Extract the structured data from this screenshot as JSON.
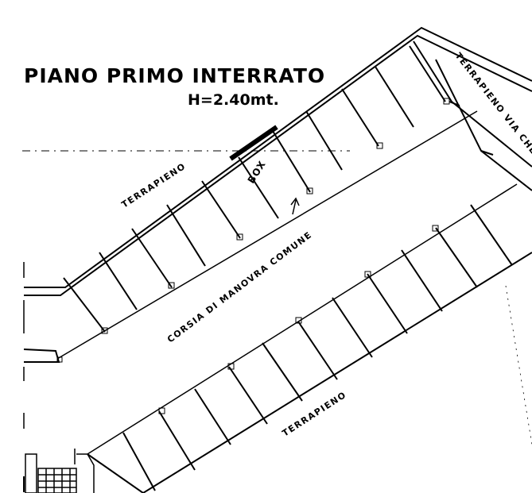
{
  "plan": {
    "title": "PIANO PRIMO INTERRATO",
    "height": "H=2.40mt.",
    "label_top_embankment": "TERRAPIENO",
    "label_street_embankment": "TERRAPIENO VIA CHERU",
    "label_aisle": "CORSIA DI MANOVRA COMUNE",
    "label_bottom_embankment": "TERRAPIENO",
    "label_box": "BOX"
  },
  "colors": {
    "ink": "#000000",
    "paper": "#ffffff"
  }
}
